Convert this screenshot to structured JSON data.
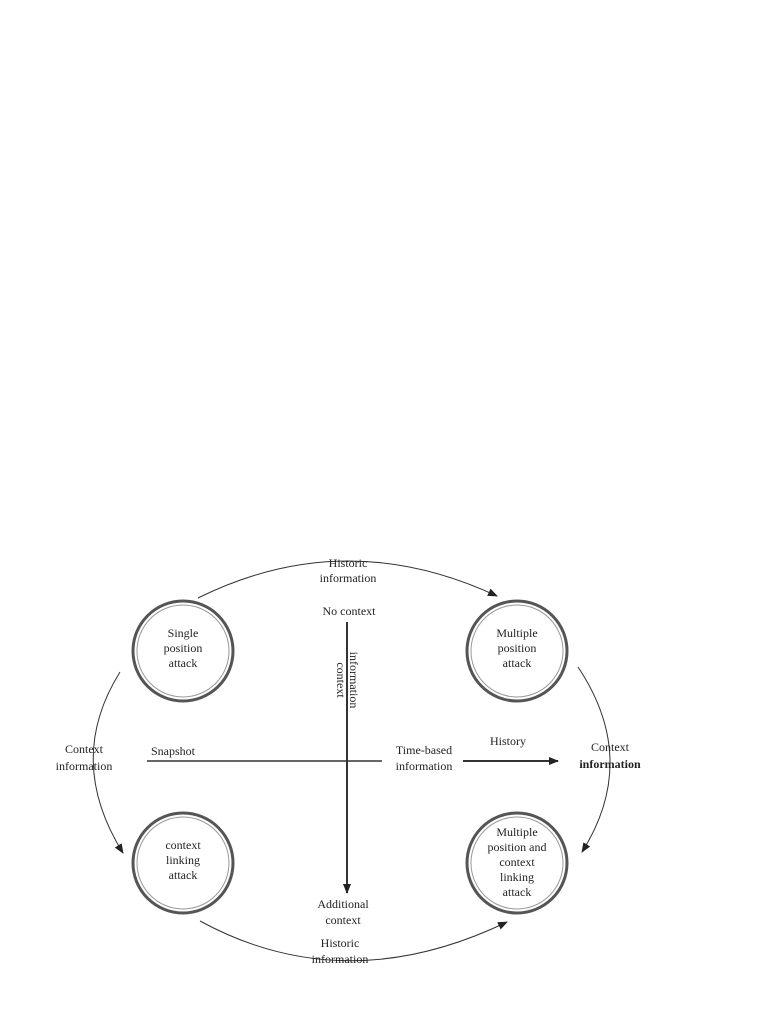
{
  "nodes": {
    "single_position": [
      "Single",
      "position",
      "attack"
    ],
    "multiple_position": [
      "Multiple",
      "position",
      "attack"
    ],
    "context_linking": [
      "context",
      "linking",
      "attack"
    ],
    "multiple_position_context_linking": [
      "Multiple",
      "position and",
      "context",
      "linking",
      "attack"
    ]
  },
  "labels": {
    "historic_top": [
      "Historic",
      "information"
    ],
    "historic_bottom": [
      "Historic",
      "information"
    ],
    "context_left": [
      "Context",
      "information"
    ],
    "context_right": [
      "Context",
      "information"
    ],
    "no_context": "No context",
    "context_information_vertical": [
      "context",
      "information"
    ],
    "additional_context": [
      "Additional",
      "context"
    ],
    "snapshot": "Snapshot",
    "time_based": [
      "Time-based",
      "information"
    ],
    "history": "History"
  }
}
